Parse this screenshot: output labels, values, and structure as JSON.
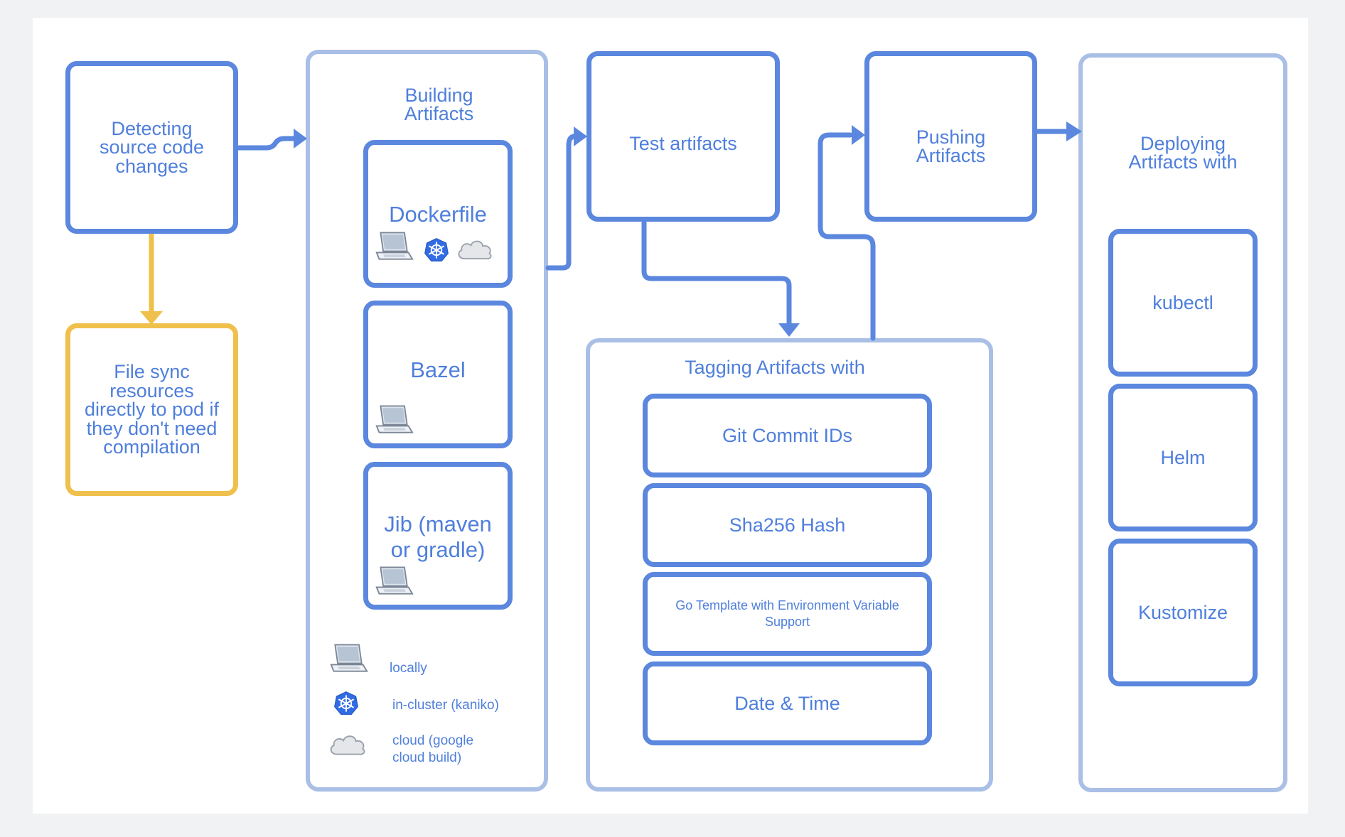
{
  "detect": "Detecting source code changes",
  "filesync": "File sync resources directly to pod if they don't need compilation",
  "building": {
    "title": "Building Artifacts",
    "dockerfile": "Dockerfile",
    "bazel": "Bazel",
    "jib": "Jib (maven or gradle)",
    "legend": {
      "locally": "locally",
      "incluster": "in-cluster (kaniko)",
      "cloud": "cloud (google cloud build)"
    }
  },
  "test": "Test artifacts",
  "push": "Pushing Artifacts",
  "tagging": {
    "title": "Tagging Artifacts with",
    "items": [
      "Git Commit IDs",
      "Sha256 Hash",
      "Go Template with Environment Variable Support",
      "Date & Time"
    ]
  },
  "deploying": {
    "title": "Deploying Artifacts with",
    "items": [
      "kubectl",
      "Helm",
      "Kustomize"
    ]
  },
  "icons": {
    "laptop": "laptop-icon",
    "kubernetes": "kubernetes-icon",
    "cloud": "cloud-icon"
  },
  "colors": {
    "box_border": "#5b87de",
    "group_border": "#a9bfe6",
    "accent_yellow": "#f0c04c",
    "text": "#4f7fdc"
  }
}
